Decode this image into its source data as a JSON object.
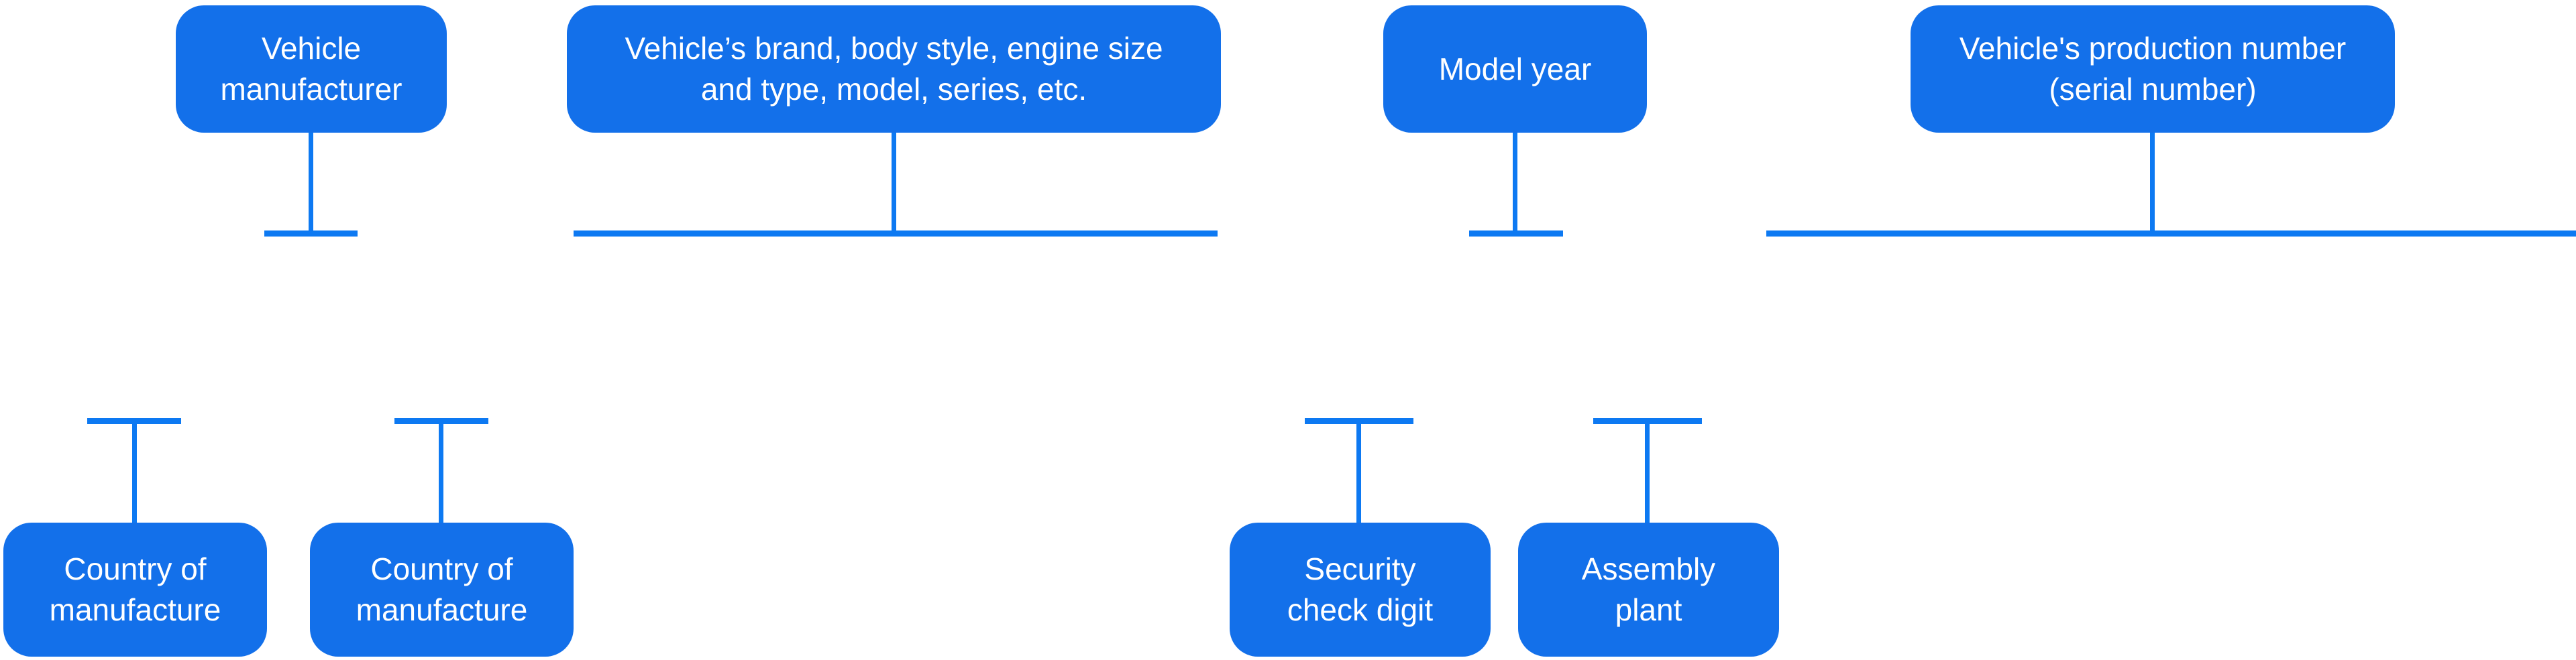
{
  "colors": {
    "box_fill": "#1370EA",
    "connector_line": "#0D79F2",
    "box_text": "#FFFFFF",
    "background": "#FFFFFF"
  },
  "nodes": {
    "top": [
      {
        "label": "Vehicle\nmanufacturer"
      },
      {
        "label": "Vehicle’s brand, body style, engine size\nand type, model, series, etc."
      },
      {
        "label": "Model year"
      },
      {
        "label": "Vehicle's production number\n(serial number)"
      }
    ],
    "bottom": [
      {
        "label": "Country of\nmanufacture"
      },
      {
        "label": "Country of\nmanufacture"
      },
      {
        "label": "Security\ncheck digit"
      },
      {
        "label": "Assembly\nplant"
      }
    ]
  }
}
